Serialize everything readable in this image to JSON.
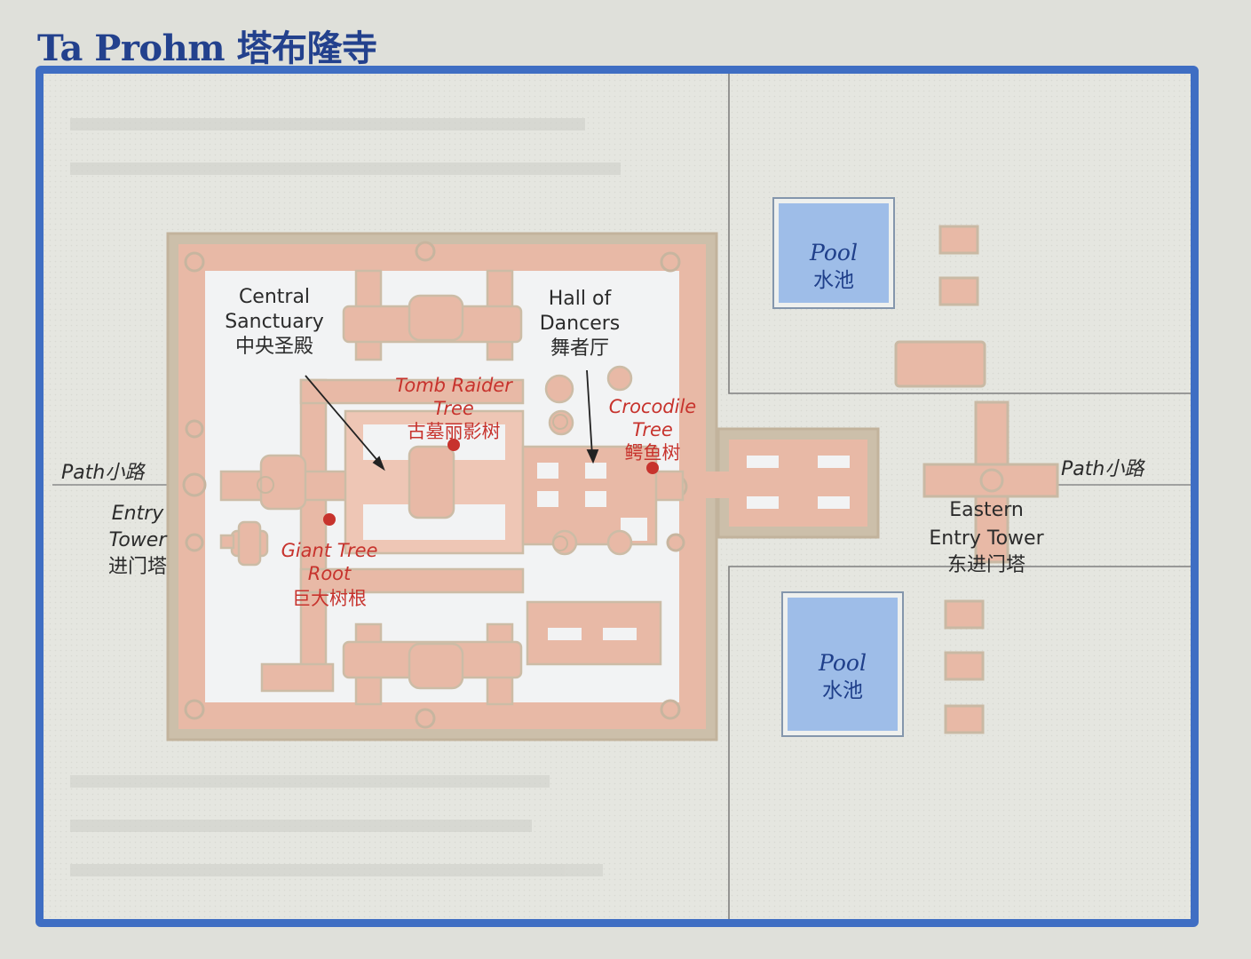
{
  "title": "Ta Prohm 塔布隆寺",
  "colors": {
    "frame": "#3f6ec3",
    "title": "#23418d",
    "temple_fill": "#e8b9a6",
    "temple_outline": "#c9b9a4",
    "courtyard": "#f2f3f4",
    "pool_fill": "#9ebde8",
    "pool_border": "#8496ac",
    "poi_red": "#c7332d",
    "text_dark": "#2b2b2b"
  },
  "labels": {
    "path_west": "Path小路",
    "path_east": "Path小路",
    "entry_tower": [
      "Entry",
      "Tower",
      "进门塔"
    ],
    "central_sanctuary": [
      "Central",
      "Sanctuary",
      "中央圣殿"
    ],
    "hall_of_dancers": [
      "Hall of",
      "Dancers",
      "舞者厅"
    ],
    "eastern_entry_tower": [
      "Eastern",
      "Entry Tower",
      "东进门塔"
    ],
    "pool_north": [
      "Pool",
      "水池"
    ],
    "pool_south": [
      "Pool",
      "水池"
    ]
  },
  "points_of_interest": [
    {
      "id": "tomb-raider-tree",
      "lines": [
        "Tomb Raider",
        "Tree",
        "古墓丽影树"
      ]
    },
    {
      "id": "crocodile-tree",
      "lines": [
        "Crocodile",
        "Tree",
        "鳄鱼树"
      ]
    },
    {
      "id": "giant-tree-root",
      "lines": [
        "Giant Tree",
        "Root",
        "巨大树根"
      ]
    }
  ]
}
